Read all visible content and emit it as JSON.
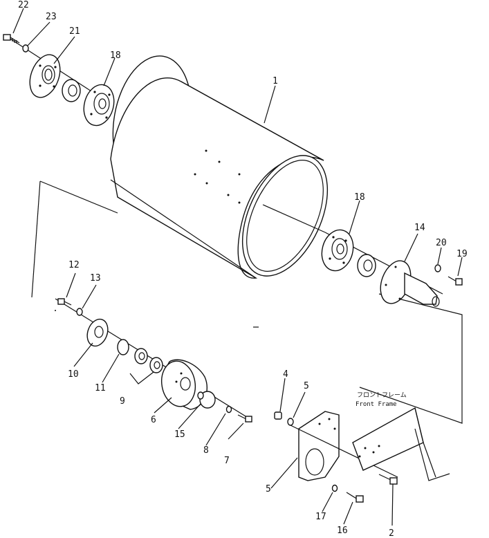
{
  "diagram": {
    "callouts": {
      "p1": "1",
      "p2": "2",
      "p4": "4",
      "p5a": "5",
      "p5b": "5",
      "p6": "6",
      "p7": "7",
      "p8": "8",
      "p9": "9",
      "p10": "10",
      "p11": "11",
      "p12": "12",
      "p13": "13",
      "p14": "14",
      "p15": "15",
      "p16": "16",
      "p17": "17",
      "p18a": "18",
      "p18b": "18",
      "p19": "19",
      "p20": "20",
      "p21": "21",
      "p22": "22",
      "p23": "23"
    },
    "front_frame_jp": "フロントフレーム",
    "front_frame_en": "Front Frame"
  }
}
